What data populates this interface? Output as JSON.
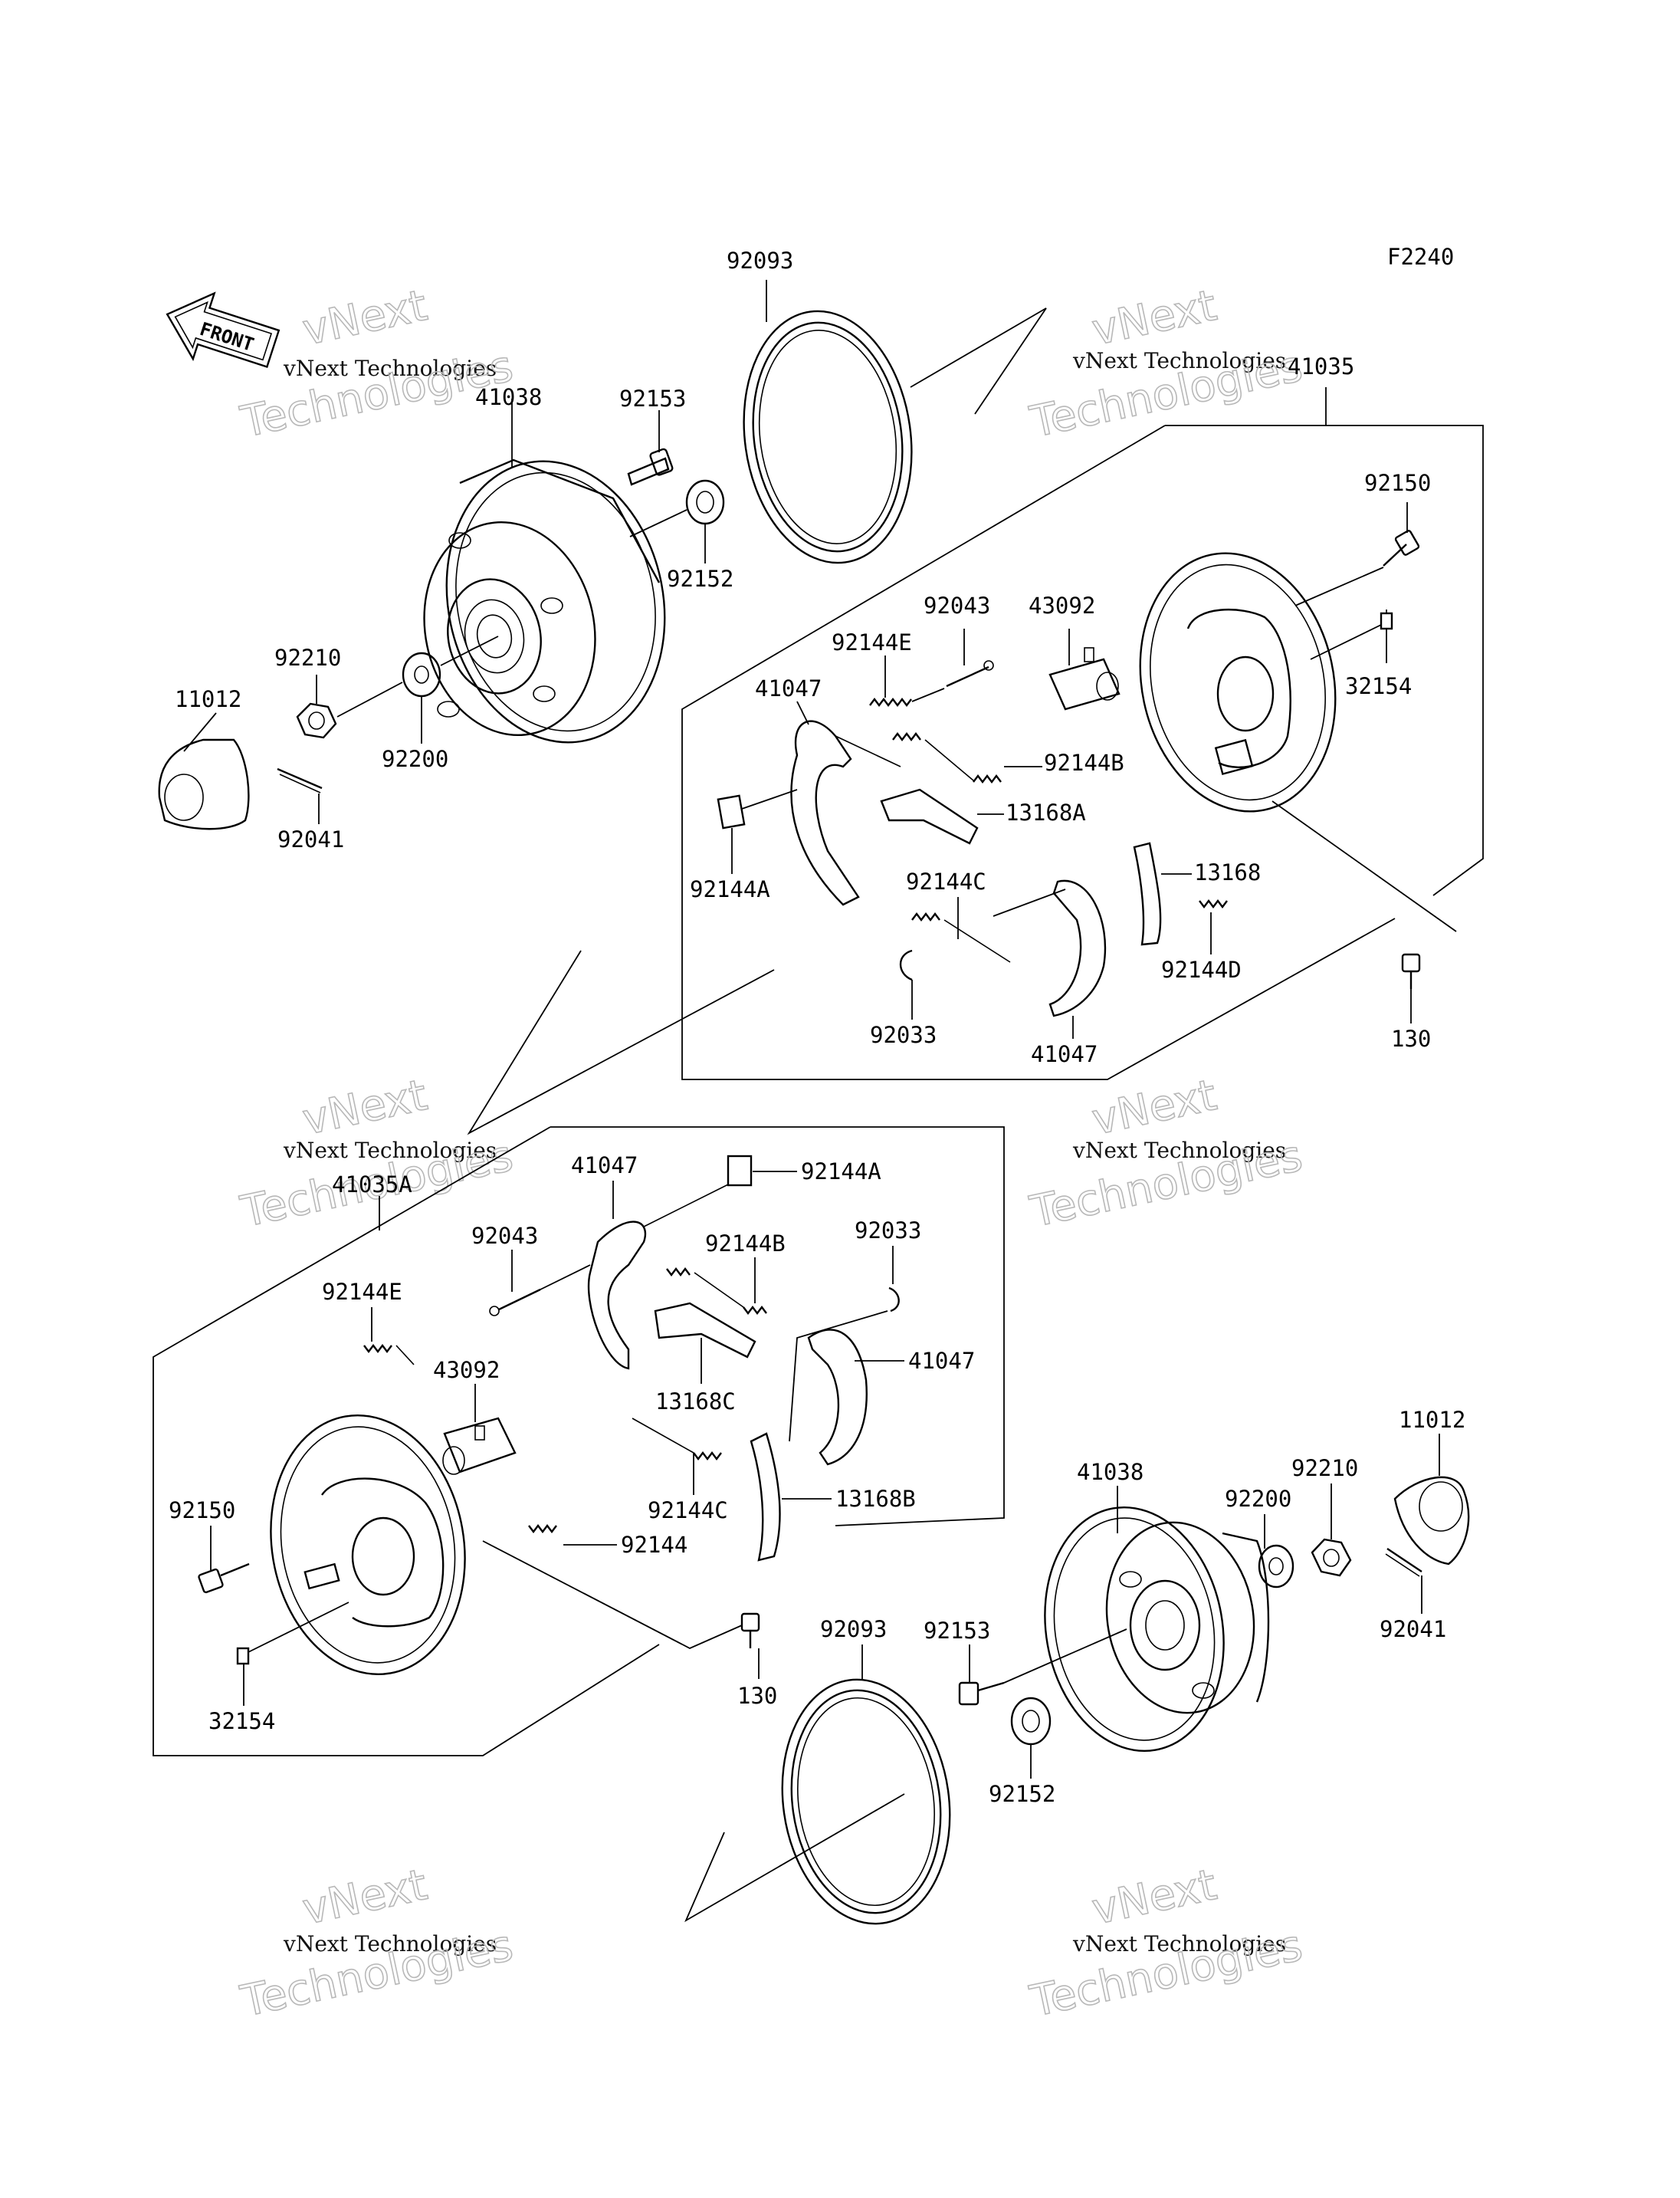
{
  "figure_code": "F2240",
  "front_arrow_text": "FRONT",
  "watermark": {
    "line1": "vNext Technologies",
    "line2": "vNext",
    "line3": "Technologies"
  },
  "labels": {
    "p92093_top": "92093",
    "p41035_top": "41035",
    "p41038_top": "41038",
    "p92153_top": "92153",
    "p92152_top": "92152",
    "p92150_top": "92150",
    "p32154_top": "32154",
    "p92043_top": "92043",
    "p43092_top": "43092",
    "p92144E_top": "92144E",
    "p41047_top_a": "41047",
    "p92144B_top": "92144B",
    "p13168A_top": "13168A",
    "p92144A_top": "92144A",
    "p92144C_top": "92144C",
    "p13168_top": "13168",
    "p92144D_top": "92144D",
    "p92033_top": "92033",
    "p41047_top_b": "41047",
    "p130_top": "130",
    "p92210_top": "92210",
    "p11012_top": "11012",
    "p92200_top": "92200",
    "p92041_top": "92041",
    "p41035A_bot": "41035A",
    "p41047_bot_a": "41047",
    "p92144A_bot": "92144A",
    "p92043_bot": "92043",
    "p92144B_bot": "92144B",
    "p92033_bot": "92033",
    "p92144E_bot": "92144E",
    "p43092_bot": "43092",
    "p41047_bot_b": "41047",
    "p13168C_bot": "13168C",
    "p92150_bot": "92150",
    "p92144C_bot": "92144C",
    "p13168B_bot": "13168B",
    "p92144_bot": "92144",
    "p11012_bot": "11012",
    "p41038_bot": "41038",
    "p92210_bot": "92210",
    "p92200_bot": "92200",
    "p92093_bot": "92093",
    "p92153_bot": "92153",
    "p130_bot": "130",
    "p32154_bot": "32154",
    "p92152_bot": "92152",
    "p92041_bot": "92041"
  }
}
